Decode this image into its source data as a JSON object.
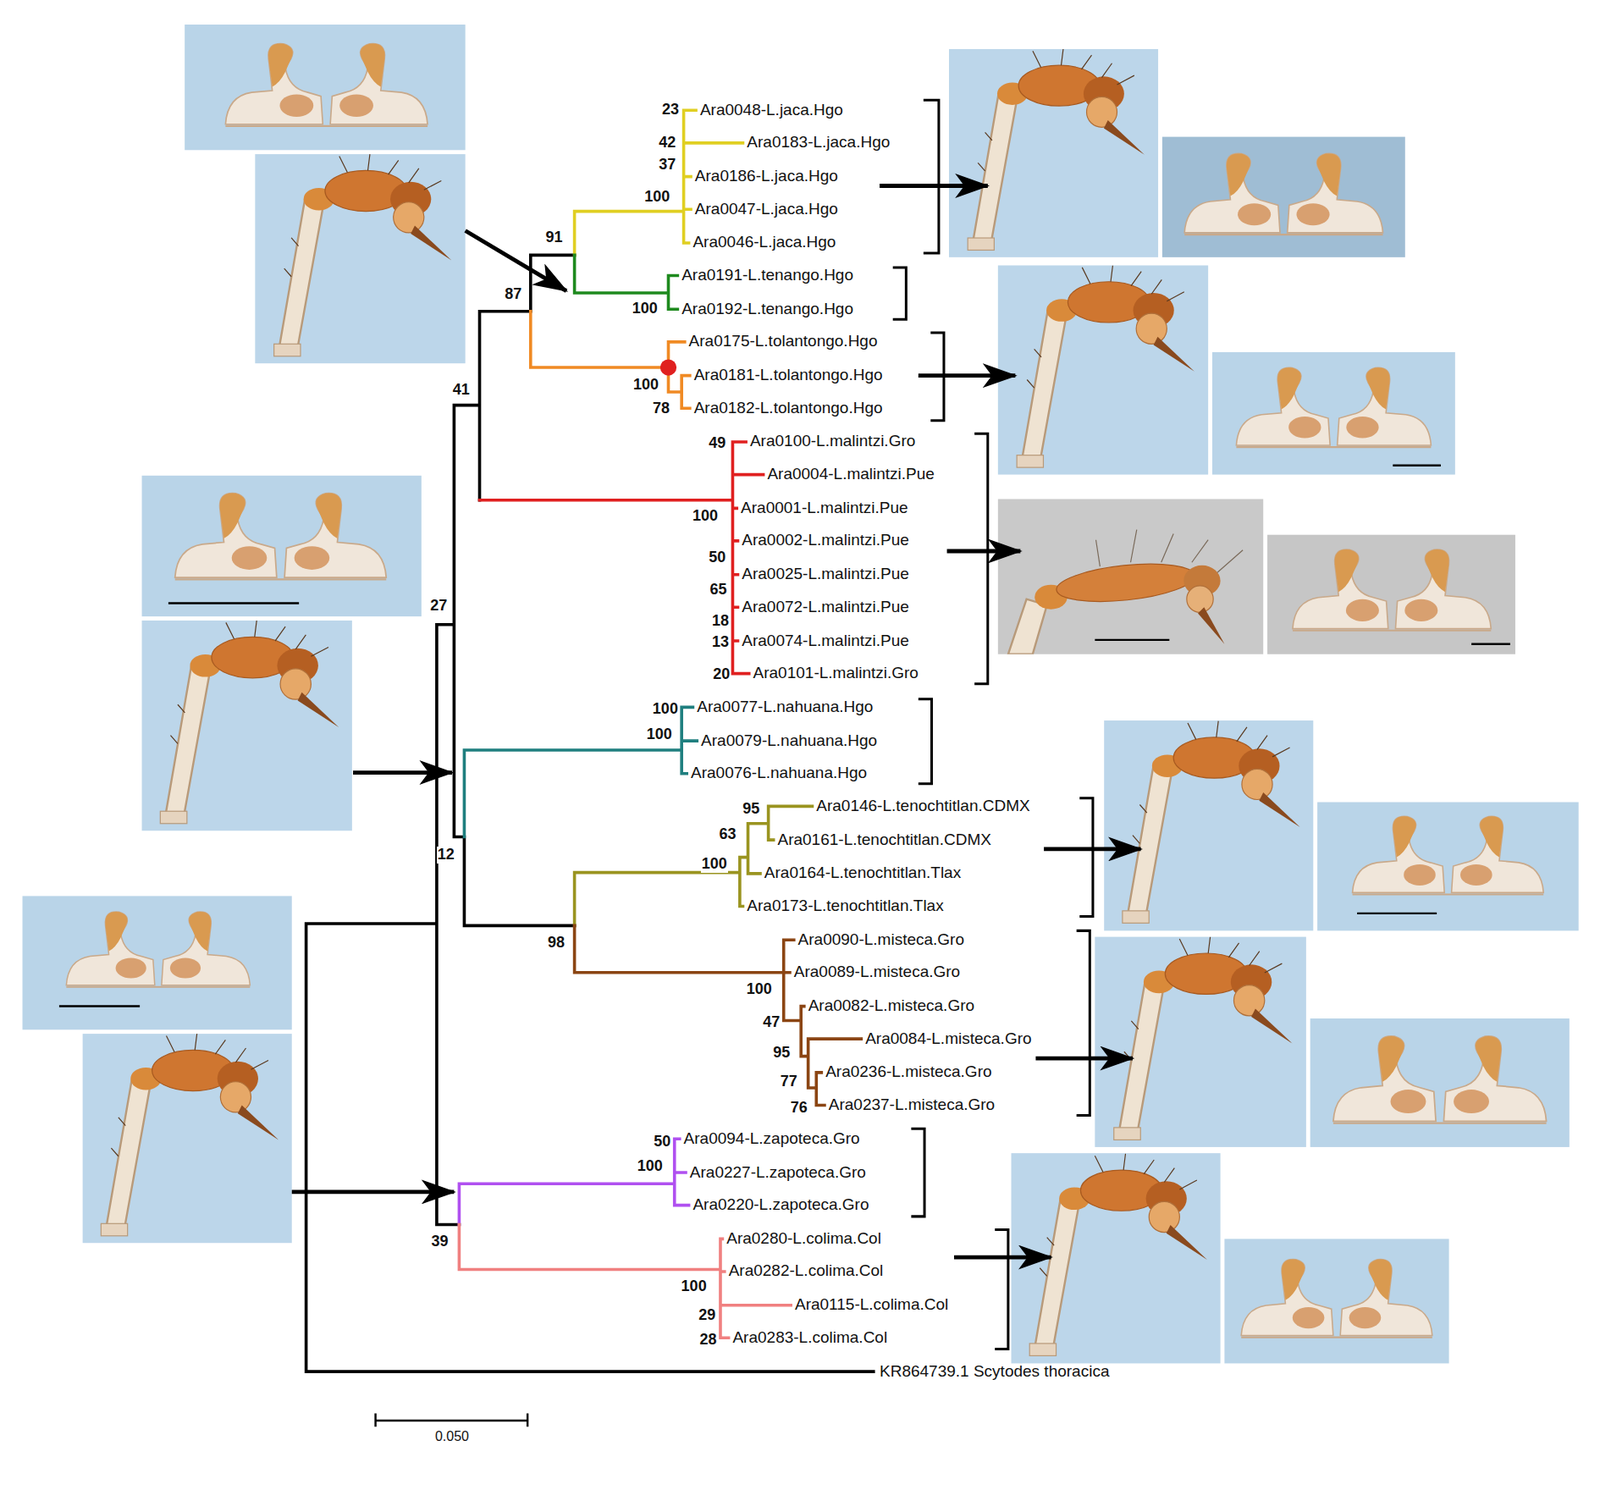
{
  "diagram": {
    "labels": [
      "23",
      "Ara0048-L.jaca.Hgo",
      "42",
      "Ara0183-L.jaca.Hgo",
      "37",
      "Ara0186-L.jaca.Hgo",
      "100",
      "Ara0047-L.jaca.Hgo",
      "91",
      "Ara0046-L.jaca.Hgo",
      "Ara0191-L.tenango.Hgo",
      "87",
      "100",
      "Ara0192-L.tenango.Hgo",
      "Ara0175-L.tolantongo.Hgo",
      "Ara0181-L.tolantongo.Hgo",
      "100",
      "41",
      "78",
      "Ara0182-L.tolantongo.Hgo",
      "49",
      "Ara0100-L.malintzi.Gro",
      "Ara0004-L.malintzi.Pue",
      "Ara0001-L.malintzi.Pue",
      "100",
      "Ara0002-L.malintzi.Pue",
      "50",
      "Ara0025-L.malintzi.Pue",
      "65",
      "27",
      "Ara0072-L.malintzi.Pue",
      "18",
      "Ara0074-L.malintzi.Pue",
      "13",
      "20",
      "Ara0101-L.malintzi.Gro",
      "100",
      "Ara0077-L.nahuana.Hgo",
      "100",
      "Ara0079-L.nahuana.Hgo",
      "Ara0076-L.nahuana.Hgo",
      "95",
      "Ara0146-L.tenochtitlan.CDMX",
      "63",
      "Ara0161-L.tenochtitlan.CDMX",
      "12",
      "100",
      "Ara0164-L.tenochtitlan.Tlax",
      "Ara0173-L.tenochtitlan.Tlax",
      "Ara0090-L.misteca.Gro",
      "98",
      "Ara0089-L.misteca.Gro",
      "100",
      "Ara0082-L.misteca.Gro",
      "47",
      "Ara0084-L.misteca.Gro",
      "95",
      "Ara0236-L.misteca.Gro",
      "77",
      "76",
      "Ara0237-L.misteca.Gro",
      "Ara0094-L.zapoteca.Gro",
      "50",
      "100",
      "Ara0227-L.zapoteca.Gro",
      "Ara0220-L.zapoteca.Gro",
      "Ara0280-L.colima.Col",
      "39",
      "Ara0282-L.colima.Col",
      "100",
      "Ara0115-L.colima.Col",
      "29",
      "Ara0283-L.colima.Col",
      "28",
      "KR864739.1 Scytodes thoracica",
      "0.050"
    ]
  }
}
